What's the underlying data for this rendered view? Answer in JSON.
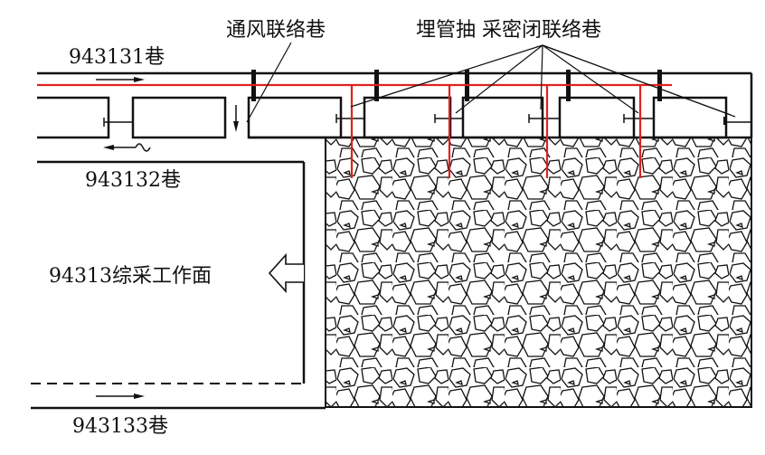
{
  "diagram": {
    "type": "mine ventilation / gas drainage layout",
    "labels": {
      "roadway_top": "943131巷",
      "roadway_middle": "943132巷",
      "roadway_bottom": "943133巷",
      "working_face": "94313综采工作面",
      "ventilation_crosscut": "通风联络巷",
      "sealed_crosscut": "埋管抽 采密闭联络巷"
    },
    "colors": {
      "line": "#111111",
      "pipe": "#e02020",
      "background": "#ffffff"
    },
    "legend_items": [
      {
        "name": "gas-drainage-pipe",
        "color": "#e02020"
      },
      {
        "name": "seal-wall",
        "color": "#111111"
      },
      {
        "name": "goaf-rubble",
        "color": "#111111"
      }
    ],
    "airflow": {
      "top_roadway": "right",
      "middle_roadway": "left",
      "bottom_roadway": "right",
      "crosscut": "down",
      "face_advance": "left"
    },
    "sealed_crosscut_count": 5,
    "drainage_branch_count": 4
  }
}
